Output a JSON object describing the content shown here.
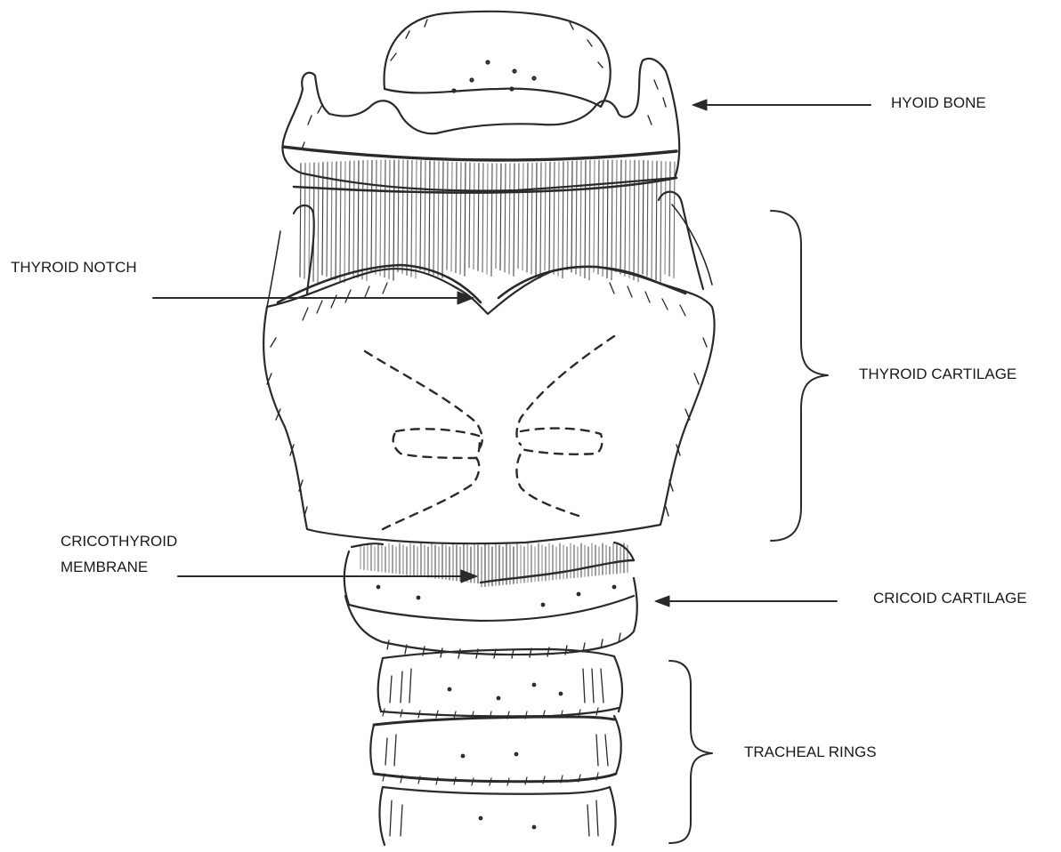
{
  "labels": {
    "hyoid_bone": "HYOID BONE",
    "thyroid_notch": "THYROID NOTCH",
    "thyroid_cartilage": "THYROID CARTILAGE",
    "cricothyroid_membrane_line1": "CRICOTHYROID",
    "cricothyroid_membrane_line2": "MEMBRANE",
    "cricoid_cartilage": "CRICOID CARTILAGE",
    "tracheal_rings": "TRACHEAL RINGS"
  },
  "colors": {
    "ink": "#2a2a2a",
    "background": "#ffffff"
  }
}
